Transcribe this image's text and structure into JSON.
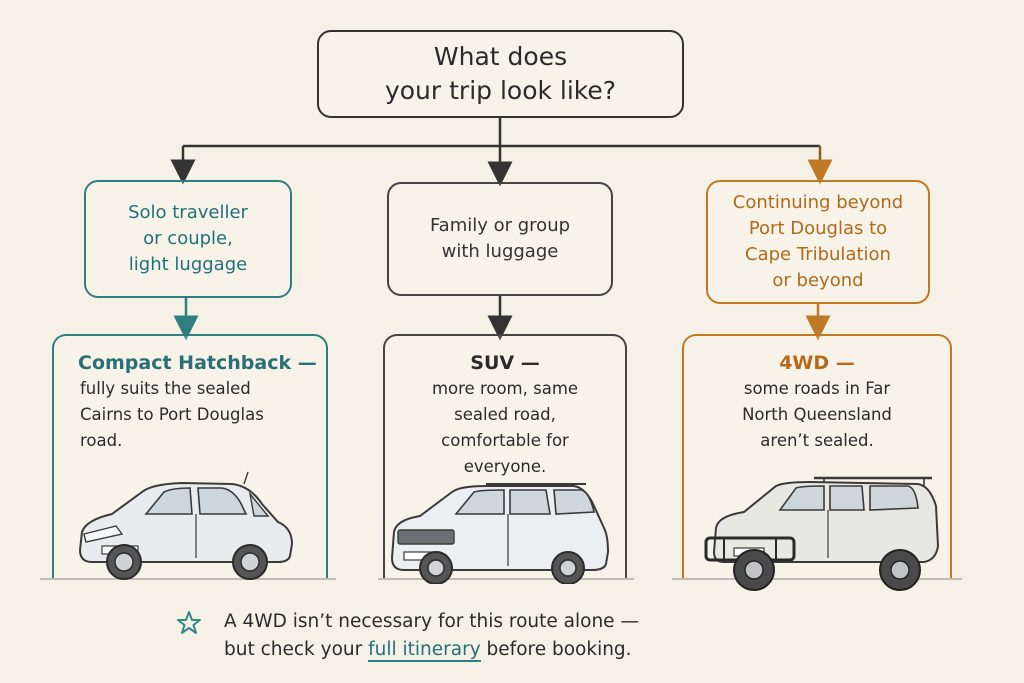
{
  "question": {
    "line1": "What does",
    "line2": "your trip look like?"
  },
  "options": [
    {
      "id": "solo",
      "question_lines": [
        "Solo traveller",
        "or couple,",
        "light luggage"
      ],
      "result_head": "Compact Hatchback —",
      "result_lines": [
        "fully suits the sealed",
        "Cairns to Port Douglas",
        "road."
      ],
      "car_icon": "hatchback-car-icon",
      "color": "#2f7f80"
    },
    {
      "id": "family",
      "question_lines": [
        "Family or group",
        "with luggage"
      ],
      "result_head": "SUV —",
      "result_lines": [
        "more room, same",
        "sealed road,",
        "comfortable for",
        "everyone."
      ],
      "car_icon": "suv-car-icon",
      "color": "#444444"
    },
    {
      "id": "beyond",
      "question_lines": [
        "Continuing beyond",
        "Port Douglas to",
        "Cape Tribulation",
        "or beyond"
      ],
      "result_head": "4WD —",
      "result_lines": [
        "some roads in Far",
        "North Queensland",
        "aren’t sealed."
      ],
      "car_icon": "4wd-car-icon",
      "color": "#c07a25"
    }
  ],
  "footnote": {
    "icon": "star-icon",
    "line1": "A 4WD isn’t necessary for this route alone —",
    "line2_before": "but check your ",
    "line2_highlight": "full itinerary",
    "line2_after": " before booking."
  }
}
